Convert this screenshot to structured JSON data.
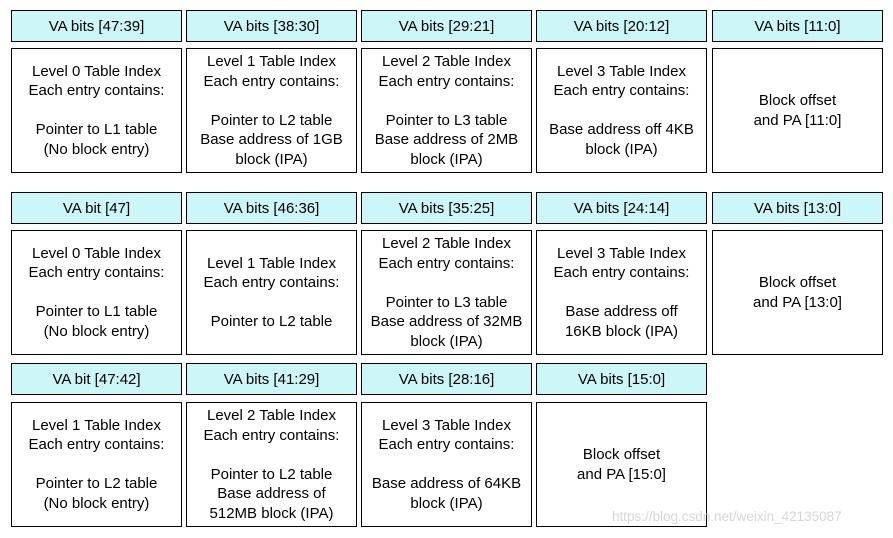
{
  "colors": {
    "header_fill": "#ccf6f7",
    "cell_fill": "#ffffff",
    "border": "#000000",
    "watermark_text": "#d6d6d6"
  },
  "rows": [
    {
      "headers": [
        "VA bits [47:39]",
        "VA bits [38:30]",
        "VA bits [29:21]",
        "VA bits [20:12]",
        "VA bits [11:0]"
      ],
      "cells": [
        [
          "Level 0 Table Index",
          "Each entry contains:",
          "",
          "Pointer to L1 table",
          "(No block entry)"
        ],
        [
          "Level 1 Table Index",
          "Each entry contains:",
          "",
          "Pointer to L2 table",
          "Base address of 1GB",
          "block (IPA)"
        ],
        [
          "Level 2 Table Index",
          "Each entry contains:",
          "",
          "Pointer to L3 table",
          "Base address of 2MB",
          "block (IPA)"
        ],
        [
          "Level 3 Table Index",
          "Each entry contains:",
          "",
          "Base address off 4KB",
          "block (IPA)"
        ],
        [
          "Block offset",
          "and PA [11:0]"
        ]
      ]
    },
    {
      "headers": [
        "VA bit [47]",
        "VA bits [46:36]",
        "VA bits [35:25]",
        "VA bits [24:14]",
        "VA bits [13:0]"
      ],
      "cells": [
        [
          "Level 0 Table Index",
          "Each entry contains:",
          "",
          "Pointer to L1 table",
          "(No block entry)"
        ],
        [
          "Level 1 Table Index",
          "Each entry contains:",
          "",
          "Pointer to L2 table"
        ],
        [
          "Level 2 Table Index",
          "Each entry contains:",
          "",
          "Pointer to L3 table",
          "Base address of 32MB",
          "block (IPA)"
        ],
        [
          "Level 3 Table Index",
          "Each entry contains:",
          "",
          "Base address off",
          "16KB block (IPA)"
        ],
        [
          "Block offset",
          "and PA [13:0]"
        ]
      ]
    },
    {
      "headers": [
        "VA bit [47:42]",
        "VA bits [41:29]",
        "VA bits [28:16]",
        "VA bits [15:0]"
      ],
      "cells": [
        [
          "Level 1 Table Index",
          "Each entry contains:",
          "",
          "Pointer to L2 table",
          "(No block entry)"
        ],
        [
          "Level 2 Table Index",
          "Each entry contains:",
          "",
          "Pointer to L2 table",
          "Base address of",
          "512MB block (IPA)"
        ],
        [
          "Level 3 Table Index",
          "Each entry contains:",
          "",
          "Base address of 64KB",
          "block (IPA)"
        ],
        [
          "Block offset",
          "and PA [15:0]"
        ]
      ]
    }
  ],
  "watermark": "https://blog.csdn.net/weixin_42135087"
}
